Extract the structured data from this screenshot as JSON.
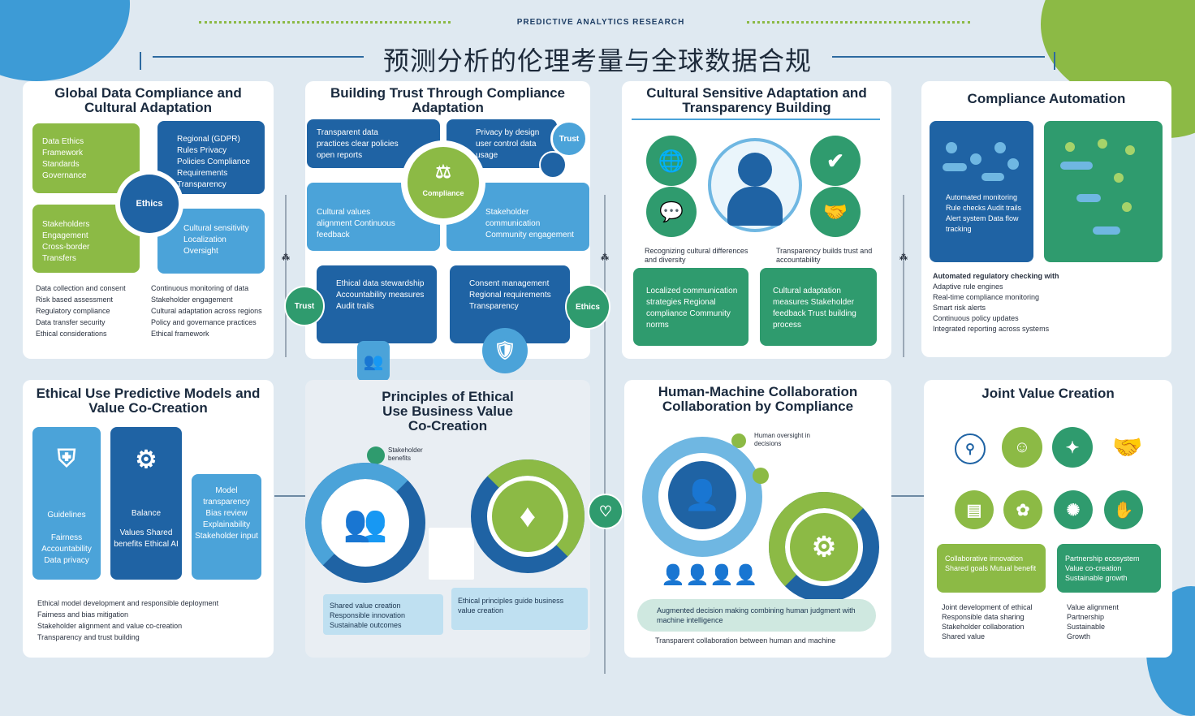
{
  "header": {
    "subtitle": "PREDICTIVE ANALYTICS RESEARCH",
    "title": "预测分析的伦理考量与全球数据合规"
  },
  "colors": {
    "blue": "#1f63a4",
    "light_blue": "#4ba3d9",
    "green": "#8cba45",
    "teal": "#2f9b6e",
    "background": "#dfe9f1"
  },
  "panels": {
    "p1": {
      "title": "Global Data Compliance and Cultural Adaptation",
      "box1": "Data Ethics Framework Standards Governance",
      "box2": "Regional (GDPR) Rules Privacy Policies Compliance Requirements Transparency",
      "box3": "Stakeholders Engagement Cross-border Transfers",
      "box4": "Cultural sensitivity Localization Oversight",
      "center_label": "Ethics",
      "notes_left": [
        "Data collection and consent",
        "Risk based assessment",
        "Regulatory compliance",
        "Data transfer security",
        "Ethical considerations"
      ],
      "notes_right": [
        "Continuous monitoring of data",
        "Stakeholder engagement",
        "Cultural adaptation across regions",
        "Policy and governance practices",
        "Ethical framework"
      ]
    },
    "p2": {
      "title": "Building Trust Through Compliance Adaptation",
      "box1": "Transparent data practices clear policies open reports",
      "box2": "Privacy by design user control data usage",
      "box3": "Cultural values alignment Continuous feedback",
      "box4": "Stakeholder communication Community engagement",
      "box5": "Ethical data stewardship Accountability measures Audit trails",
      "box6": "Consent management Regional requirements Transparency",
      "center_label": "Compliance",
      "bubble_top": "Trust",
      "bubble_left": "Trust",
      "bubble_right": "Ethics"
    },
    "p3": {
      "title": "Cultural Sensitive Adaptation and Transparency Building",
      "note_left": "Recognizing cultural differences and diversity",
      "note_right": "Transparency builds trust and accountability",
      "box1": "Localized communication strategies Regional compliance Community norms",
      "box2": "Cultural adaptation measures Stakeholder feedback Trust building process"
    },
    "p4": {
      "title": "Compliance Automation",
      "box1": "Automated monitoring Rule checks Audit trails Alert system Data flow tracking",
      "notes": [
        "Automated regulatory checking with",
        "Adaptive rule engines",
        "Real-time compliance monitoring",
        "Smart risk alerts",
        "Continuous policy updates",
        "Integrated reporting across systems"
      ]
    },
    "p5": {
      "title": "Ethical Use Predictive Models and Value Co-Creation",
      "box1_label": "Guidelines",
      "box1_text": "Fairness Accountability Data privacy",
      "box2_label": "Balance",
      "box2_text": "Values Shared benefits Ethical AI",
      "box3_text": "Model transparency Bias review Explainability Stakeholder input",
      "notes": [
        "Ethical model development and responsible deployment",
        "Fairness and bias mitigation",
        "Stakeholder alignment and value co-creation",
        "Transparency and trust building"
      ]
    },
    "p6": {
      "title": "Principles of Ethical Use Business Value Co-Creation",
      "tag": "Stakeholder benefits",
      "box1": "Shared value creation Responsible innovation Sustainable outcomes",
      "box2": "Ethical principles guide business value creation"
    },
    "p7": {
      "title": "Human-Machine Collaboration Collaboration by Compliance",
      "tag": "Human oversight in decisions",
      "bar": "Augmented decision making combining human judgment with machine intelligence",
      "note": "Transparent collaboration between human and machine"
    },
    "p8": {
      "title": "Joint Value Creation",
      "box1": "Collaborative innovation Shared goals Mutual benefit",
      "box2": "Partnership ecosystem Value co-creation Sustainable growth",
      "notes_left": [
        "Joint development of ethical",
        "Responsible data sharing",
        "Stakeholder collaboration",
        "Shared value"
      ],
      "notes_right": [
        "Value alignment",
        "Partnership",
        "Sustainable",
        "Growth"
      ]
    }
  }
}
